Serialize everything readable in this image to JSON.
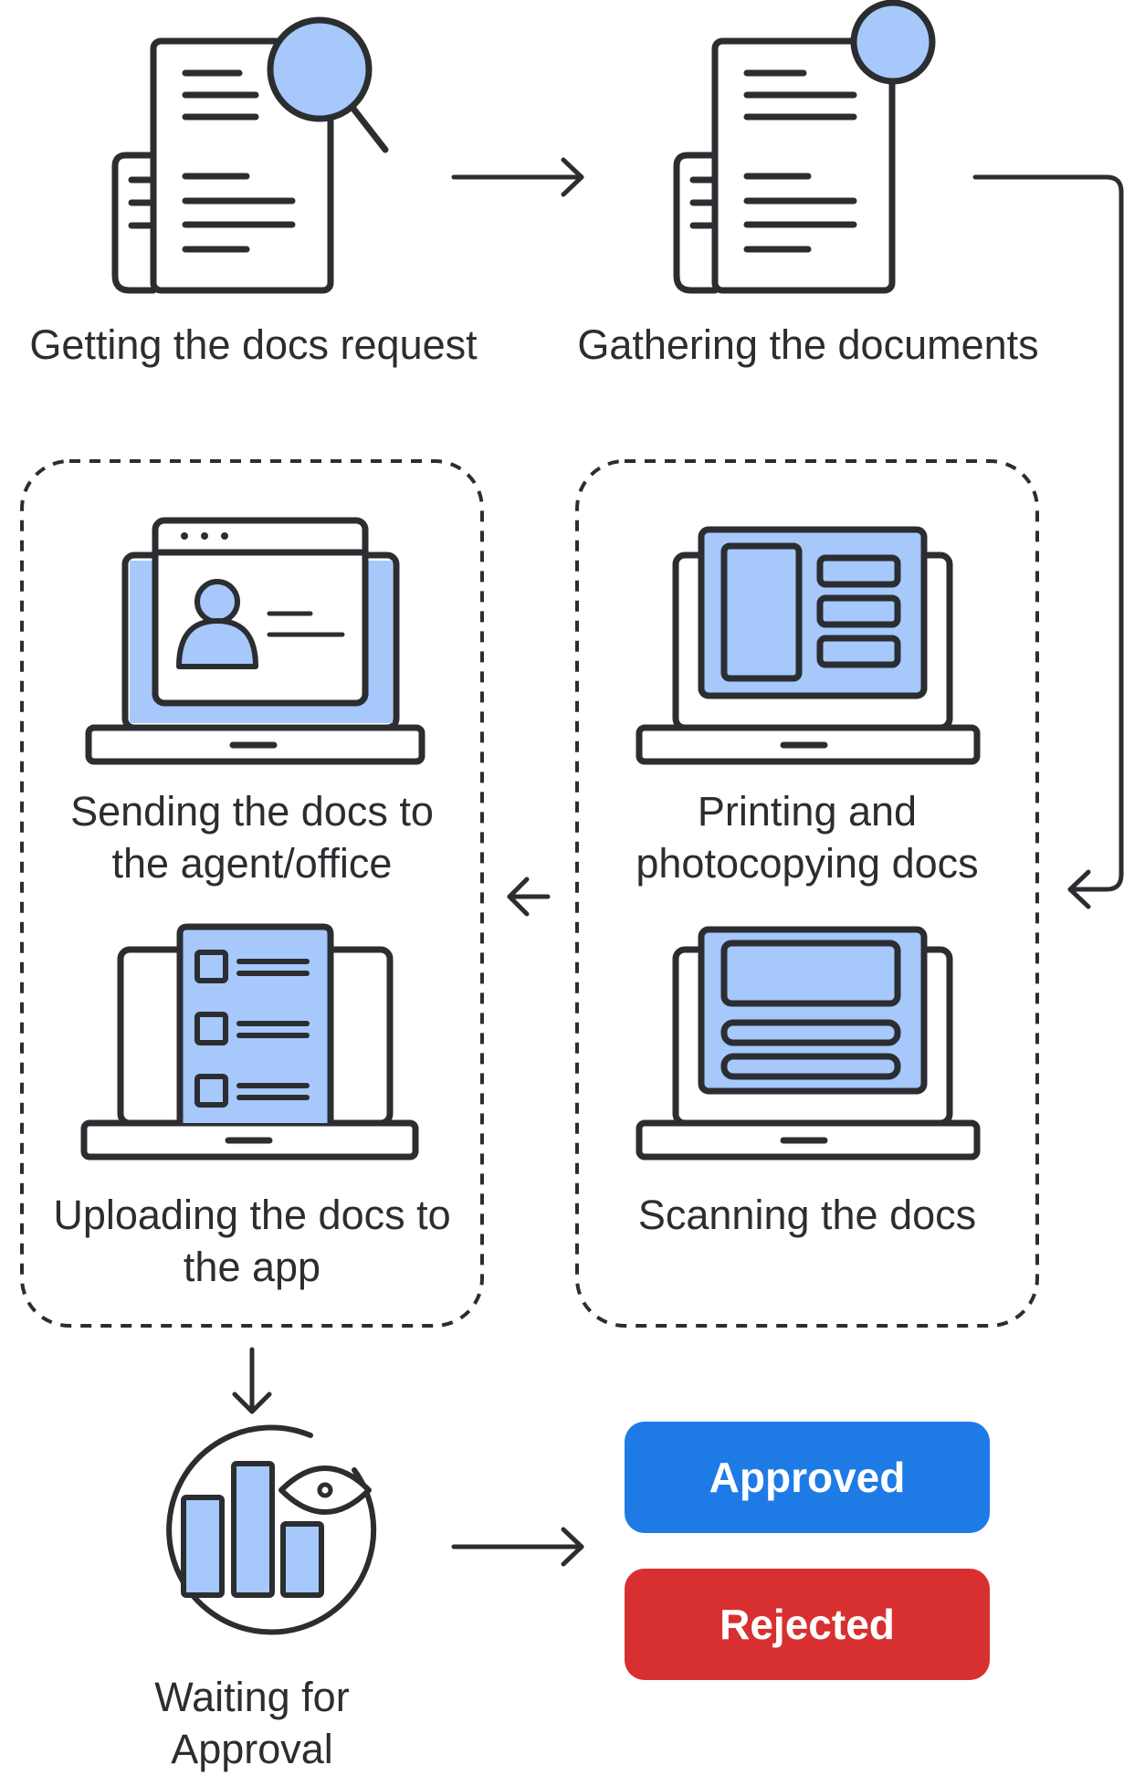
{
  "steps": {
    "getting_request": "Getting the docs request",
    "gathering_documents": "Gathering the documents",
    "sending_docs_1": "Sending the docs to",
    "sending_docs_2": "the agent/office",
    "printing_1": "Printing and",
    "printing_2": "photocopying docs",
    "uploading_1": "Uploading the docs to",
    "uploading_2": "the app",
    "scanning": "Scanning the docs",
    "waiting_1": "Waiting for",
    "waiting_2": "Approval"
  },
  "outcomes": {
    "approved": "Approved",
    "rejected": "Rejected"
  },
  "colors": {
    "stroke": "#2b2d31",
    "fill": "#a6c8fb",
    "approved": "#1e7be6",
    "rejected": "#d83030"
  },
  "icons": [
    "document-search-icon",
    "document-notification-icon",
    "laptop-profile-icon",
    "laptop-layout-icon",
    "laptop-checklist-icon",
    "laptop-scan-icon",
    "chart-eye-icon"
  ]
}
